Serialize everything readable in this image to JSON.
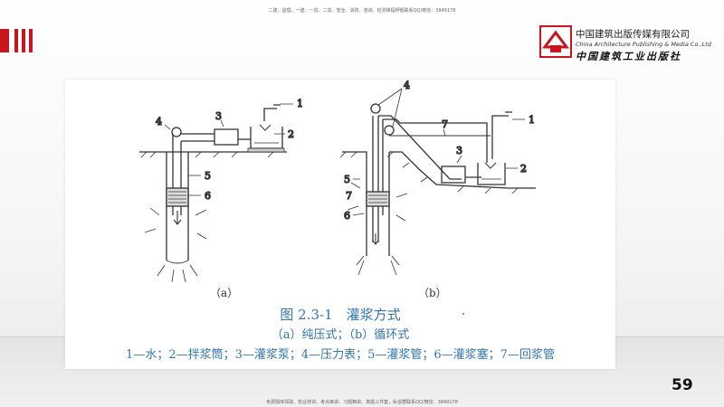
{
  "header": {
    "note": "二建、监理、一建、一造、二造、安全、消防、咨询、检测课程押题联系QQ/微信：3849178"
  },
  "publisher": {
    "name_cn": "中国建筑出版传媒有限公司",
    "name_en": "China Architecture Publishing & Media Co.,Ltd",
    "name_cn2": "中国建筑工业出版社"
  },
  "figure": {
    "sub_a": "（a）",
    "sub_b": "（b）",
    "title": "图 2.3-1　灌浆方式",
    "subtitle": "（a）纯压式；（b）循环式",
    "legend": "1—水；2—拌浆筒；3—灌浆泵；4—压力表；5—灌浆管；6—灌浆塞；7—回浆管",
    "labels_a": [
      "1",
      "2",
      "3",
      "4",
      "5",
      "6"
    ],
    "labels_b": [
      "1",
      "2",
      "3",
      "4",
      "5",
      "6",
      "7",
      "7"
    ]
  },
  "footer": {
    "note": "免费题库领取、执业培训、考点串讲、习题精讲、真题三件套，私信群联系QQ/微信：3849178"
  },
  "page_number": "59",
  "colors": {
    "accent_red": "#c9151e",
    "caption_blue": "#2f76b0"
  }
}
